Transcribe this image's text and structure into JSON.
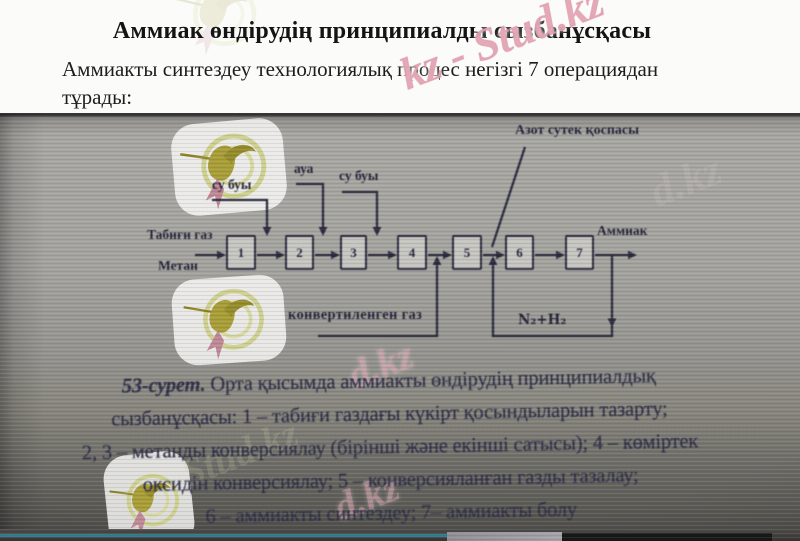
{
  "page": {
    "title": "Аммиак өндірудің принципиалды сызбанұсқасы",
    "intro_line1": "Аммиакты синтездеу технологиялық процес негізгі 7 операциядан",
    "intro_line2": "тұрады:"
  },
  "diagram": {
    "boxes": [
      "1",
      "2",
      "3",
      "4",
      "5",
      "6",
      "7"
    ],
    "labels": {
      "natural_gas": "Табиғи газ",
      "methane": "Метан",
      "steam1": "су буы",
      "air": "ауа",
      "steam2": "су буы",
      "nitrogen_hydrogen_mix": "Азот сутек қоспасы",
      "ammonia": "Аммиак",
      "converted_gas": "конвертиленген газ",
      "n2h2": "N₂+H₂"
    }
  },
  "caption": {
    "figure_label": "53-сурет.",
    "line1_rest": " Орта қысымда аммиакты өндірудің принципиалдық",
    "lines": [
      "сызбанұсқасы: 1 – табиғи газдағы күкірт қосындыларын тазарту;",
      "2, 3 – метанды конверсиялау (бірінші және екінші сатысы); 4 – көміртек",
      "оксидін конверсиялау; 5 – конверсияланған газды тазалау;",
      "6 – аммиакты синтездеу; 7– аммиакты болу"
    ]
  },
  "watermarks": {
    "text_top": "kz - Stud.kz",
    "fragment": "d.kz",
    "brand": "Stud.kz"
  },
  "colors": {
    "ink": "#262639",
    "photo_grey": "#9b9a95",
    "watermark_pink": "#e09cac",
    "teal_line": "#2e7f94"
  }
}
